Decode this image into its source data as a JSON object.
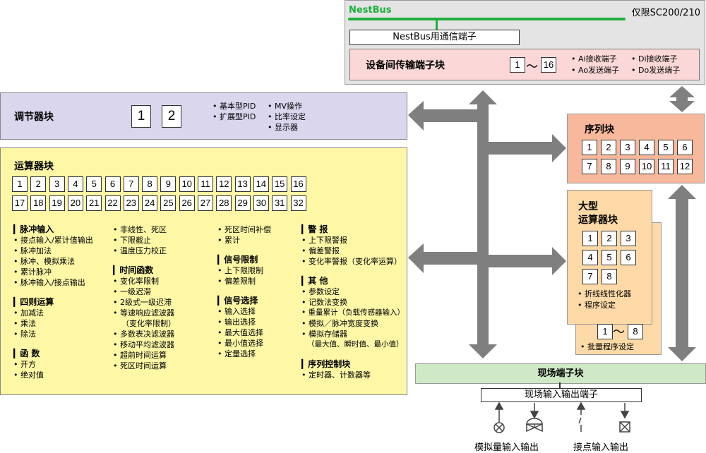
{
  "nestbus": {
    "label": "NestBus",
    "model": "仅限SC200/210",
    "terminal": "NestBus用通信端子"
  },
  "transfer": {
    "title": "设备间传输端子块",
    "range_from": "1",
    "range_to": "16",
    "tilde": "〜",
    "items": [
      "Ai接收端子",
      "Di接收端子",
      "Ao发送端子",
      "Do发送端子"
    ]
  },
  "regulator": {
    "title": "调节器块",
    "nums": [
      "1",
      "2"
    ],
    "col1": [
      "基本型PID",
      "扩展型PID"
    ],
    "col2": [
      "MV操作",
      "比率设定",
      "显示器"
    ]
  },
  "sequence": {
    "title": "序列块",
    "nums": [
      "1",
      "2",
      "3",
      "4",
      "5",
      "6",
      "7",
      "8",
      "9",
      "10",
      "11",
      "12"
    ]
  },
  "large_calc": {
    "title_line1": "大型",
    "title_line2": "运算器块",
    "nums": [
      "1",
      "2",
      "3",
      "4",
      "5",
      "6",
      "7",
      "8"
    ],
    "items": [
      "折线线性化器",
      "程序设定"
    ],
    "batch_from": "1",
    "batch_to": "8",
    "tilde": "〜",
    "batch_label": "批量程序设定"
  },
  "calc": {
    "title": "运算器块",
    "nums": [
      "1",
      "2",
      "3",
      "4",
      "5",
      "6",
      "7",
      "8",
      "9",
      "10",
      "11",
      "12",
      "13",
      "14",
      "15",
      "16",
      "17",
      "18",
      "19",
      "20",
      "21",
      "22",
      "23",
      "24",
      "25",
      "26",
      "27",
      "28",
      "29",
      "30",
      "31",
      "32"
    ],
    "col1": [
      {
        "head": "脉冲输入",
        "items": [
          "接点输入/累计值输出",
          "脉冲加法",
          "脉冲、模拟乘法",
          "累计脉冲",
          "脉冲输入/接点输出"
        ]
      },
      {
        "head": "四则运算",
        "items": [
          "加减法",
          "乘法",
          "除法"
        ]
      },
      {
        "head": "函 数",
        "items": [
          "开方",
          "绝对值"
        ]
      }
    ],
    "col2_top": [
      "非线性、死区",
      "下限截止",
      "温度压力校正"
    ],
    "col2": [
      {
        "head": "时间函数",
        "items": [
          "变化率限制",
          "一级迟滞",
          "2级式一级迟滞",
          "等速响应滤波器",
          "（变化率限制）",
          "多数表决滤波器",
          "移动平均滤波器",
          "超前时间运算",
          "死区时间运算"
        ]
      }
    ],
    "col3_top": [
      "死区时间补偿",
      "累计"
    ],
    "col3": [
      {
        "head": "信号限制",
        "items": [
          "上下限限制",
          "偏差限制"
        ]
      },
      {
        "head": "信号选择",
        "items": [
          "输入选择",
          "输出选择",
          "最大值选择",
          "最小值选择",
          "定量选择"
        ]
      }
    ],
    "col4": [
      {
        "head": "警 报",
        "items": [
          "上下限警报",
          "偏差警报",
          "变化率警报（变化率运算）"
        ]
      },
      {
        "head": "其 他",
        "items": [
          "参数设定",
          "记数法变换",
          "重量累计（负载传感器输入）",
          "模拟／脉冲宽度变换",
          "模拟存储器",
          "（最大值、瞬时值、最小值）"
        ]
      },
      {
        "head": "序列控制块",
        "items": [
          "定时器、计数器等"
        ]
      }
    ]
  },
  "field": {
    "block": "现场端子块",
    "io_terminal": "现场输入输出端子",
    "analog_io": "模拟量输入输出",
    "contact_io": "接点输入输出"
  },
  "colors": {
    "nestbus_green": "#1fae3c",
    "lavender": "#d9d6ee",
    "yellow": "#fdf7a6",
    "salmon": "#f7b89c",
    "peach": "#fcd9a6",
    "green_block": "#cfe8c6",
    "arrow": "#808080",
    "pink": "#fbd7d7"
  }
}
